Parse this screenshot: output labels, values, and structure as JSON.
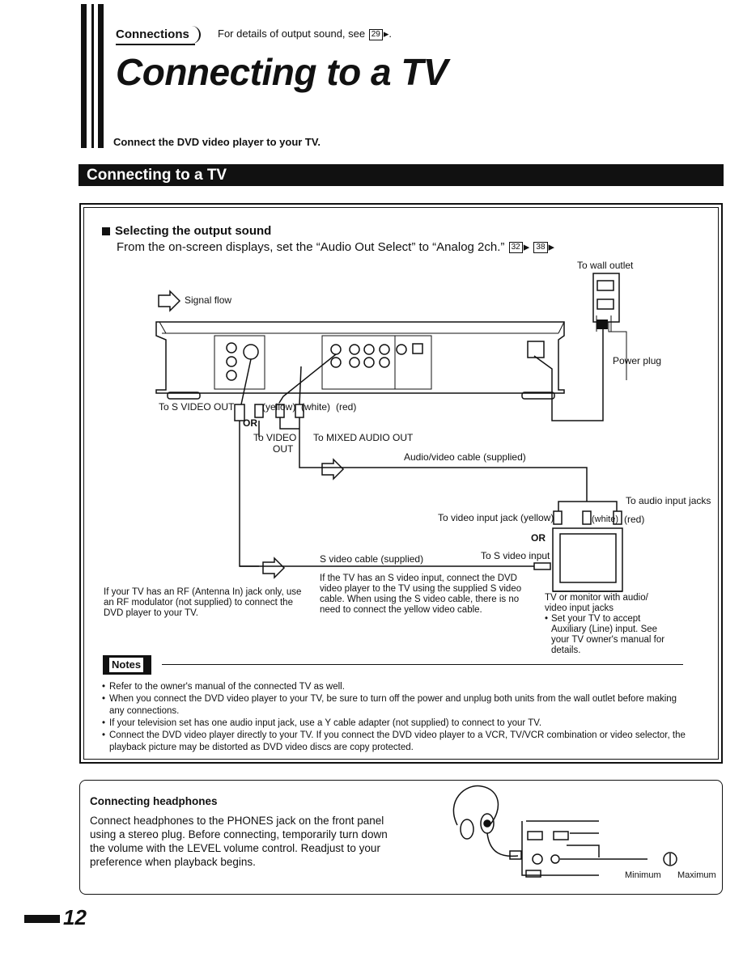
{
  "header": {
    "section_tab": "Connections",
    "output_ref_prefix": "For details of output sound, see",
    "output_ref_page": "29",
    "title": "Connecting to a TV",
    "intro": "Connect the DVD video player to your TV."
  },
  "section_bar": "Connecting to a TV",
  "selecting": {
    "heading": "Selecting the output sound",
    "text_prefix": "From the on-screen displays, set the “Audio Out Select” to “Analog 2ch.”",
    "ref1": "32",
    "ref2": "38"
  },
  "diagram": {
    "to_wall_outlet": "To wall outlet",
    "signal_flow": "Signal flow",
    "power_plug": "Power plug",
    "to_s_video_out": "To S VIDEO OUT",
    "yellow": "(yellow)",
    "white": "(white)",
    "red": "(red)",
    "or1": "OR",
    "to_video_out_1": "To VIDEO",
    "to_video_out_2": "OUT",
    "to_mixed_audio_out": "To MIXED AUDIO OUT",
    "av_cable": "Audio/video cable (supplied)",
    "to_audio_input_jacks": "To audio input jacks",
    "to_video_input_jack": "To video input jack (yellow)",
    "white2": "(white)",
    "red2": "(red)",
    "or2": "OR",
    "s_video_cable": "S video cable (supplied)",
    "to_s_video_input": "To S video input",
    "rf_note": "If your TV has an RF (Antenna In) jack only, use an RF modulator (not supplied) to connect the DVD player to your TV.",
    "s_video_note": "If the TV has an S video input, connect the DVD video player to the TV using the supplied S video cable. When using the S video cable, there is no need to connect the yellow video cable.",
    "tv_caption": "TV or monitor with audio/ video input jacks",
    "tv_bullet": "Set your TV to accept Auxiliary (Line) input. See your TV owner's manual for details."
  },
  "notes": {
    "badge": "Notes",
    "items": [
      "Refer to the owner's manual of the connected TV as well.",
      "When you connect the DVD video player to your TV, be sure to turn off the power and unplug both units from the wall outlet before making any connections.",
      "If your television set has one audio input jack, use a Y cable adapter (not supplied) to connect to your TV.",
      "Connect the DVD video player directly to your TV. If you connect the DVD video player to a VCR, TV/VCR combination or video selector, the playback picture may be distorted as DVD video discs are copy protected."
    ]
  },
  "headphones": {
    "title": "Connecting headphones",
    "text": "Connect headphones to the PHONES jack on the front panel using a stereo plug. Before connecting, temporarily turn down the volume with the LEVEL volume control. Readjust to your preference when playback begins.",
    "minimum": "Minimum",
    "maximum": "Maximum"
  },
  "page_number": "12"
}
